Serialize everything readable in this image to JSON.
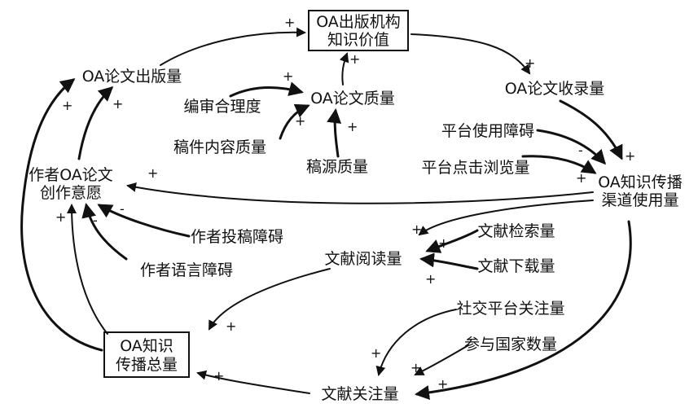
{
  "nodes": {
    "oa_publisher_value": [
      "OA出版机构",
      "知识价值"
    ],
    "oa_papers_published": "OA论文出版量",
    "oa_papers_indexed": "OA论文收录量",
    "oa_paper_quality": "OA论文质量",
    "editorial_fit": "编审合理度",
    "manuscript_content_quality": "稿件内容质量",
    "manuscript_source_quality": "稿源质量",
    "platform_usage_barrier": "平台使用障碍",
    "platform_clicks_views": "平台点击浏览量",
    "oa_channel_usage": [
      "OA知识传播",
      "渠道使用量"
    ],
    "author_willingness": [
      "作者OA论文",
      "创作意愿"
    ],
    "author_submission_barrier": "作者投稿障碍",
    "author_language_barrier": "作者语言障碍",
    "reading_volume": "文献阅读量",
    "retrieval_volume": "文献检索量",
    "download_volume": "文献下载量",
    "oa_total_dissemination": [
      "OA知识",
      "传播总量"
    ],
    "social_platform_attention": "社交平台关注量",
    "participating_countries": "参与国家数量",
    "literature_attention": "文献关注量"
  },
  "polarity": {
    "positive": "+",
    "negative": "-"
  }
}
